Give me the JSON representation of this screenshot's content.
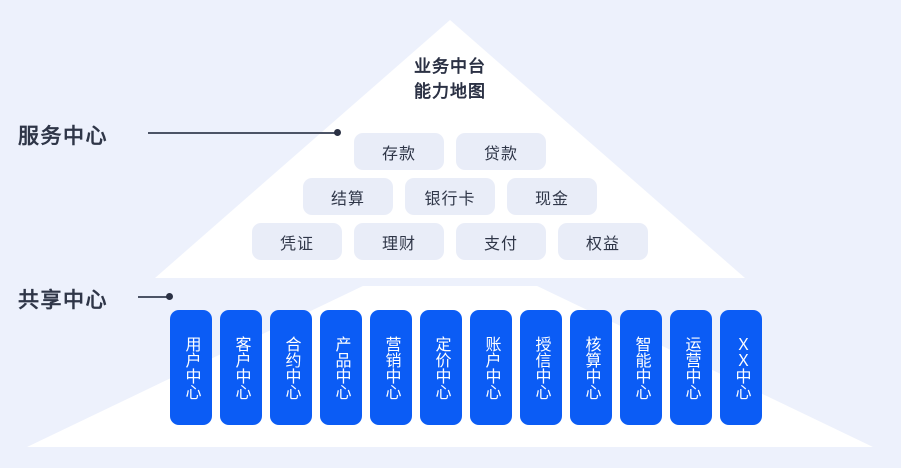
{
  "colors": {
    "background": "#edf1fc",
    "pyramid": "#ffffff",
    "pill_bg": "#e9edf8",
    "card_blue": "#0b5cf5",
    "text_dark": "#2f3648",
    "text_light": "#ffffff",
    "connector": "#4c5466"
  },
  "headline": {
    "line1": "业务中台",
    "line2": "能力地图"
  },
  "side_labels": {
    "service": "服务中心",
    "shared": "共享中心"
  },
  "service_center": {
    "rows": [
      {
        "items": [
          {
            "label": "存款"
          },
          {
            "label": "贷款"
          }
        ]
      },
      {
        "items": [
          {
            "label": "结算"
          },
          {
            "label": "银行卡"
          },
          {
            "label": "现金"
          }
        ]
      },
      {
        "items": [
          {
            "label": "凭证"
          },
          {
            "label": "理财"
          },
          {
            "label": "支付"
          },
          {
            "label": "权益"
          }
        ]
      }
    ]
  },
  "shared_center": {
    "cards": [
      {
        "label": "用户中心"
      },
      {
        "label": "客户中心"
      },
      {
        "label": "合约中心"
      },
      {
        "label": "产品中心"
      },
      {
        "label": "营销中心"
      },
      {
        "label": "定价中心"
      },
      {
        "label": "账户中心"
      },
      {
        "label": "授信中心"
      },
      {
        "label": "核算中心"
      },
      {
        "label": "智能中心"
      },
      {
        "label": "运营中心"
      },
      {
        "label": "ＸＸ中心"
      }
    ]
  }
}
